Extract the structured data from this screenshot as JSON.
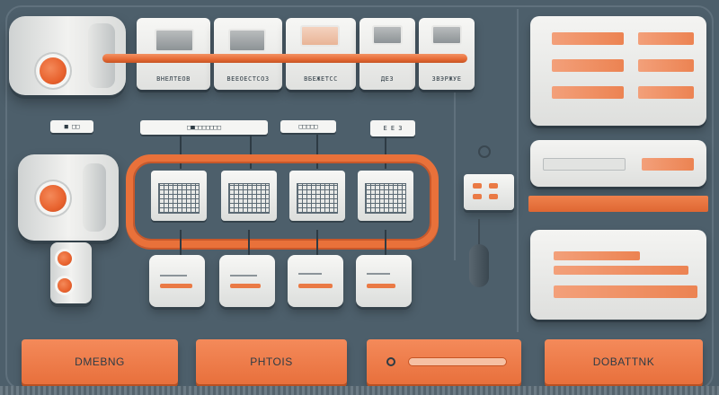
{
  "top_modules": [
    {
      "label": "ВНЕЛТЕОВ"
    },
    {
      "label": "ВЕЕОЕСТСОЗ"
    },
    {
      "label": "ВБЕЖЕТСС"
    },
    {
      "label": "ДЕЗ"
    },
    {
      "label": "ЗВЭРЖУЕ"
    }
  ],
  "tags": {
    "tag1": "■ □□",
    "tag2": "□■□□□□□□□",
    "tag3": "□□□□□",
    "tag4": "Е Е 3"
  },
  "buttons": [
    {
      "label": "DMEBNG"
    },
    {
      "label": "PHTOIS"
    },
    {
      "label": ""
    },
    {
      "label": "DOBATTNK"
    }
  ],
  "colors": {
    "background": "#4d5f6b",
    "accent": "#e8703c",
    "panel": "#f2f2f0"
  },
  "icons": [
    "power-knob-icon",
    "display-screen-icon",
    "grid-icon",
    "slider-icon",
    "indicator-icon"
  ]
}
